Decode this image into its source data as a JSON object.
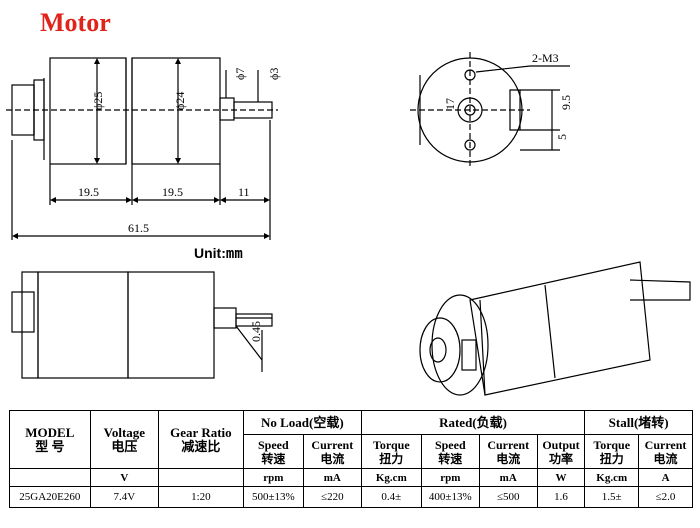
{
  "title": "Motor",
  "unit": {
    "label": "Unit:",
    "value": "mm"
  },
  "dims": {
    "d25": "ϕ25",
    "d24": "ϕ24",
    "d7": "ϕ7",
    "d3": "ϕ3",
    "l1": "19.5",
    "l2": "19.5",
    "l3": "11",
    "total": "61.5",
    "thread": "2-M3",
    "hole_spacing": "17",
    "flat_height": "9.5",
    "flat_offset": "5",
    "flat_depth": "0.45"
  },
  "table": {
    "model_label": "MODEL",
    "model_label_cn": "型 号",
    "voltage_label": "Voltage",
    "voltage_label_cn": "电压",
    "gear_label": "Gear Ratio",
    "gear_label_cn": "减速比",
    "noload_label": "No Load(空载)",
    "rated_label": "Rated(负载)",
    "stall_label": "Stall(堵转)",
    "cols": {
      "nl_speed": "Speed",
      "nl_speed_cn": "转速",
      "nl_current": "Current",
      "nl_current_cn": "电流",
      "r_torque": "Torque",
      "r_torque_cn": "扭力",
      "r_speed": "Speed",
      "r_speed_cn": "转速",
      "r_current": "Current",
      "r_current_cn": "电流",
      "r_output": "Output",
      "r_output_cn": "功率",
      "s_torque": "Torque",
      "s_torque_cn": "扭力",
      "s_current": "Current",
      "s_current_cn": "电流"
    },
    "units": {
      "voltage": "V",
      "nl_speed": "rpm",
      "nl_current": "mA",
      "r_torque": "Kg.cm",
      "r_speed": "rpm",
      "r_current": "mA",
      "r_output": "W",
      "s_torque": "Kg.cm",
      "s_current": "A"
    },
    "row": {
      "model": "25GA20E260",
      "voltage": "7.4V",
      "gear": "1:20",
      "nl_speed": "500±13%",
      "nl_current": "≤220",
      "r_torque": "0.4±",
      "r_speed": "400±13%",
      "r_current": "≤500",
      "r_output": "1.6",
      "s_torque": "1.5±",
      "s_current": "≤2.0"
    }
  }
}
